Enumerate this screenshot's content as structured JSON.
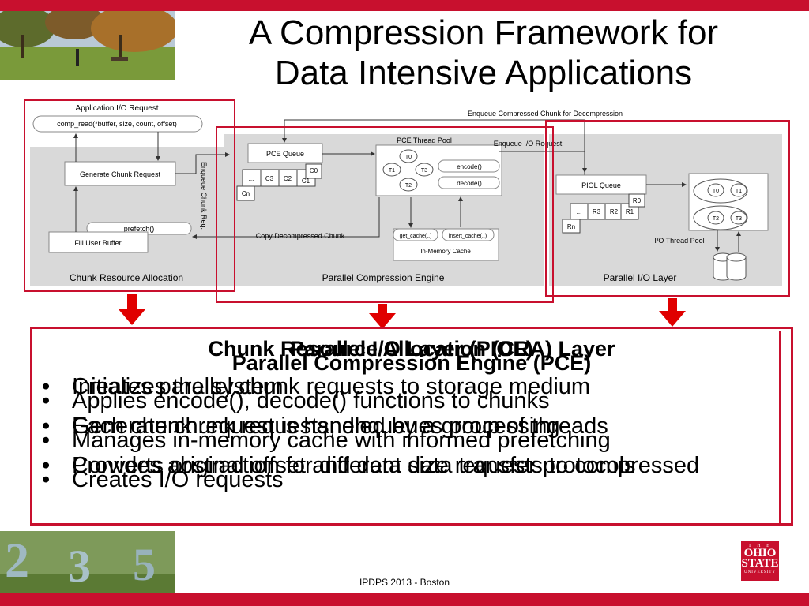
{
  "slide": {
    "title_line1": "A Compression Framework for",
    "title_line2": "Data Intensive Applications",
    "footer": "IPDPS 2013 - Boston"
  },
  "logo": {
    "line1": "T H E",
    "line2": "OHIO",
    "line3": "STATE",
    "line4": "UNIVERSITY"
  },
  "diagram": {
    "app_io_request": "Application I/O Request",
    "comp_read": "comp_read(*buffer, size, count, offset)",
    "generate_chunk_request": "Generate Chunk Request",
    "enqueue_chunk_req": "Enqueue Chunk Req.",
    "prefetch": "prefetch()",
    "fill_user_buffer": "Fill User Buffer",
    "cra_label": "Chunk Resource Allocation",
    "enqueue_compressed": "Enqueue Compressed Chunk for Decompression",
    "pce_queue": "PCE Queue",
    "pce_queue_items": [
      "...",
      "C3",
      "C2",
      "C1",
      "C0",
      "Cn"
    ],
    "pce_thread_pool": "PCE Thread Pool",
    "pce_threads": [
      "T0",
      "T1",
      "T3",
      "T2"
    ],
    "encode": "encode()",
    "decode": "decode()",
    "get_cache": "get_cache(..)",
    "insert_cache": "insert_cache(..)",
    "in_memory_cache": "In-Memory Cache",
    "copy_decompressed": "Copy Decompressed Chunk",
    "pce_label": "Parallel Compression Engine",
    "enqueue_io": "Enqueue I/O Request",
    "piol_queue": "PIOL Queue",
    "piol_queue_items": [
      "...",
      "R3",
      "R2",
      "R1",
      "R0",
      "Rn"
    ],
    "io_threads_a": [
      "T0",
      "T1"
    ],
    "io_threads_b": [
      "T2",
      "T3"
    ],
    "io_thread_pool": "I/O Thread Pool",
    "piol_label": "Parallel I/O Layer"
  },
  "overlays": [
    {
      "heading": "Chunk Resource Allocation (CRA) Layer",
      "bullets": [
        "Initializes the system",
        "Generate chunk requests, enqueues processing",
        "Converts original offset and data size requests to compressed"
      ]
    },
    {
      "heading": "Parallel I/O Layer (PIOL)",
      "bullets": [
        "Creates parallel chunk requests to storage medium",
        "Each chunk request is handled by a group of threads",
        "Provides abstraction for different data transfer protocols"
      ]
    },
    {
      "heading": "Parallel Compression Engine (PCE)",
      "bullets": [
        "Applies encode(), decode() functions to chunks",
        "Manages in-memory cache with informed prefetching",
        "Creates I/O requests"
      ]
    }
  ]
}
